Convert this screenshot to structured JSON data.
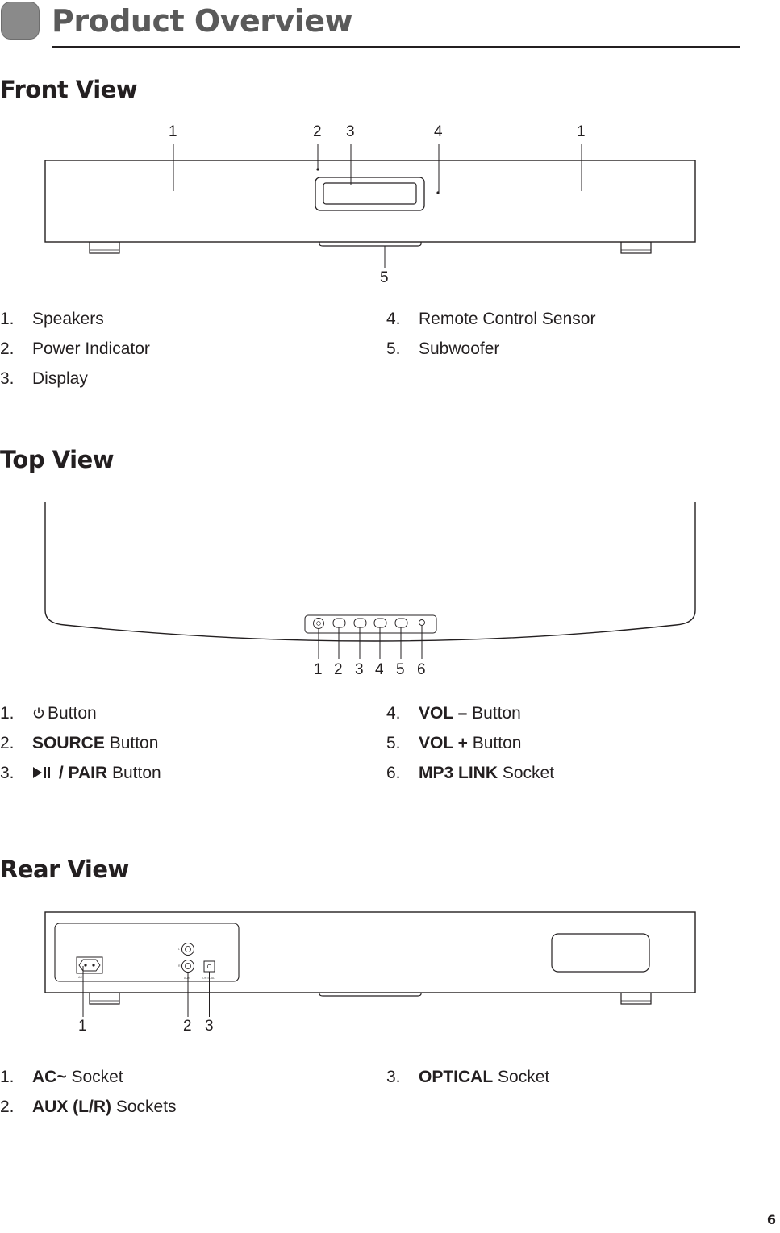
{
  "header": {
    "title": "Product Overview"
  },
  "front": {
    "heading": "Front View",
    "callouts": {
      "c1a": "1",
      "c2": "2",
      "c3": "3",
      "c4": "4",
      "c1b": "1",
      "c5": "5"
    },
    "legend": [
      {
        "num": "1.",
        "text": "Speakers"
      },
      {
        "num": "2.",
        "text": "Power Indicator"
      },
      {
        "num": "3.",
        "text": "Display"
      },
      {
        "num": "4.",
        "text": "Remote Control Sensor"
      },
      {
        "num": "5.",
        "text": "Subwoofer"
      }
    ]
  },
  "top": {
    "heading": "Top View",
    "callouts": [
      "1",
      "2",
      "3",
      "4",
      "5",
      "6"
    ],
    "legend": [
      {
        "num": "1.",
        "icon": "power-icon",
        "bold": "",
        "text": "Button"
      },
      {
        "num": "2.",
        "bold": "SOURCE",
        "text": " Button"
      },
      {
        "num": "3.",
        "icon": "play-pause-icon",
        "bold": " / PAIR",
        "text": " Button"
      },
      {
        "num": "4.",
        "bold": "VOL –",
        "text": " Button"
      },
      {
        "num": "5.",
        "bold": "VOL +",
        "text": " Button"
      },
      {
        "num": "6.",
        "bold": "MP3 LINK",
        "text": " Socket"
      }
    ]
  },
  "rear": {
    "heading": "Rear View",
    "callouts": {
      "c1": "1",
      "c2": "2",
      "c3": "3"
    },
    "legend": [
      {
        "num": "1.",
        "bold": "AC~",
        "text": " Socket"
      },
      {
        "num": "2.",
        "bold": "AUX (L/R)",
        "text": " Sockets"
      },
      {
        "num": "3.",
        "bold": "OPTICAL",
        "text": " Socket"
      }
    ]
  },
  "footer": {
    "page_number": "6"
  }
}
